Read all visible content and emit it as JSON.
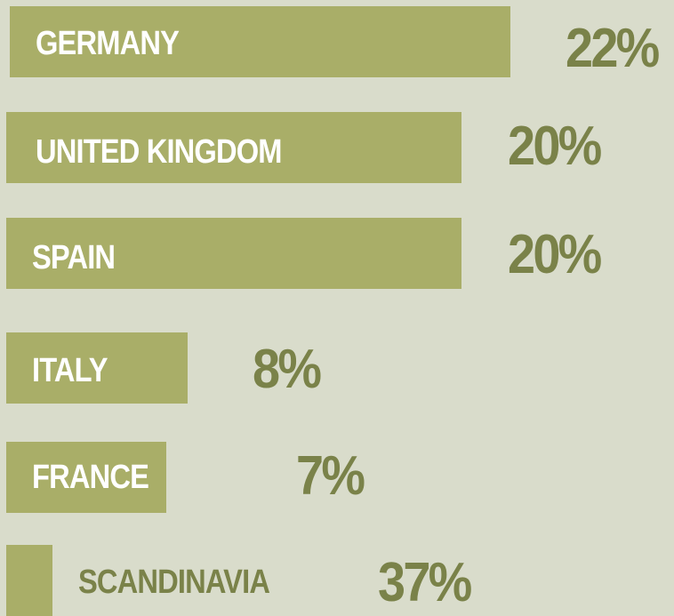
{
  "chart_data": {
    "type": "bar",
    "orientation": "horizontal",
    "categories": [
      "GERMANY",
      "UNITED KINGDOM",
      "SPAIN",
      "ITALY",
      "FRANCE",
      "SCANDINAVIA"
    ],
    "values": [
      22,
      20,
      20,
      8,
      7,
      37
    ],
    "value_labels": [
      "22%",
      "20%",
      "20%",
      "8%",
      "7%",
      "37%"
    ],
    "unit": "%",
    "title": "",
    "xlabel": "",
    "ylabel": "",
    "grid": false,
    "legend": "none",
    "colors": {
      "background": "#d9dccb",
      "bar": "#a9ae68",
      "value_text": "#7a8249",
      "label_text": "#ffffff"
    }
  }
}
